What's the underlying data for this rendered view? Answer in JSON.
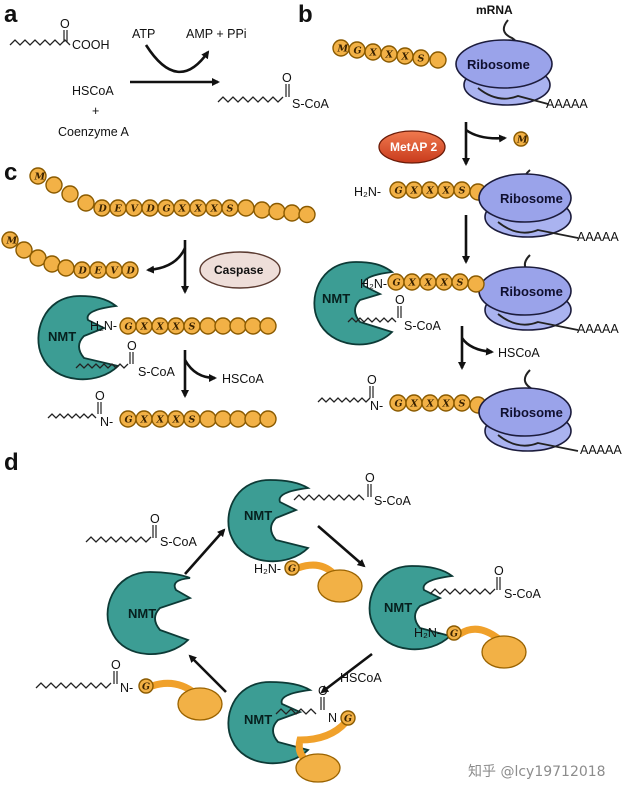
{
  "panels": {
    "a": "a",
    "b": "b",
    "c": "c",
    "d": "d"
  },
  "panel_a": {
    "cooh": "COOH",
    "atp": "ATP",
    "amp_ppi": "AMP + PPi",
    "hscoa": "HSCoA",
    "plus": "+",
    "coenzyme": "Coenzyme A",
    "scoa": "S-CoA",
    "oxygen": "O"
  },
  "panel_b": {
    "mrna": "mRNA",
    "ribosome": "Ribosome",
    "polya": "AAAAA",
    "metap": "MetAP 2",
    "h2n": "H₂N-",
    "hscoa": "HSCoA",
    "scoa": "S-CoA",
    "nmt": "NMT",
    "n": "N-",
    "oxygen": "O",
    "seq_start": [
      "M",
      "G",
      "X",
      "X",
      "X",
      "S"
    ],
    "seq_processed": [
      "G",
      "X",
      "X",
      "X",
      "S"
    ],
    "met": "M"
  },
  "panel_c": {
    "caspase": "Caspase",
    "nmt": "NMT",
    "h2n": "H₂N-",
    "scoa": "S-CoA",
    "hscoa": "HSCoA",
    "n": "N-",
    "oxygen": "O",
    "seq_full": [
      "M",
      "D",
      "E",
      "V",
      "D",
      "G",
      "X",
      "X",
      "X",
      "S"
    ],
    "seq_cleaved": [
      "M",
      "D",
      "E",
      "V",
      "D"
    ],
    "seq_new": [
      "G",
      "X",
      "X",
      "X",
      "S"
    ]
  },
  "panel_d": {
    "nmt": "NMT",
    "scoa": "S-CoA",
    "h2n": "H₂N-",
    "hscoa": "HSCoA",
    "n": "N",
    "n_dash": "N-",
    "oxygen": "O",
    "g": "G"
  },
  "watermark": "知乎 @lcy19712018",
  "colors": {
    "bead": "#f2b146",
    "nmt": "#3c9d94",
    "ribosome": "#9aa3ea",
    "metap": "#e0522e",
    "caspase": "#eeded9",
    "protein": "#f0a12b"
  }
}
